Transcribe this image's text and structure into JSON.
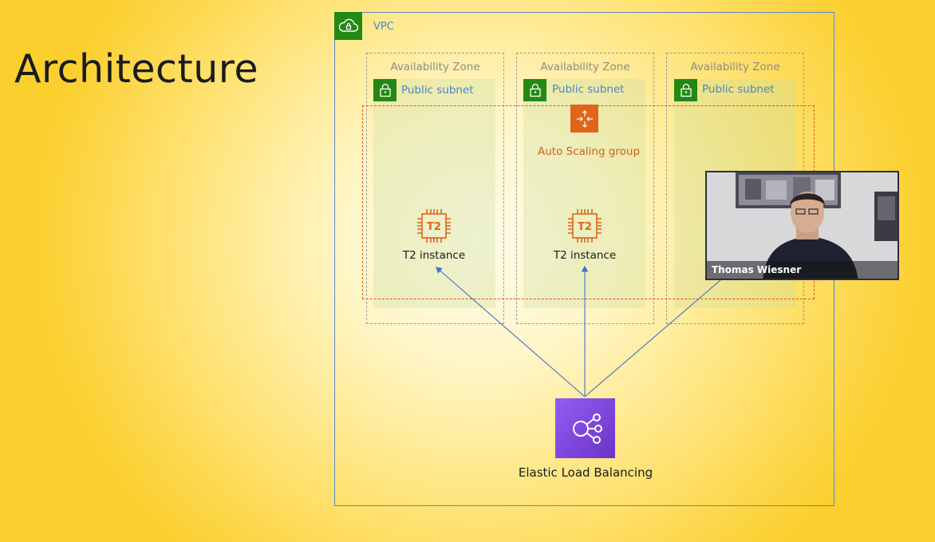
{
  "slide": {
    "title": "Architecture"
  },
  "vpc": {
    "label": "VPC",
    "icon": "cloud-lock-icon"
  },
  "zones": [
    {
      "label": "Availability Zone",
      "subnet_label": "Public subnet"
    },
    {
      "label": "Availability Zone",
      "subnet_label": "Public subnet"
    },
    {
      "label": "Availability Zone",
      "subnet_label": "Public subnet"
    }
  ],
  "auto_scaling": {
    "label": "Auto Scaling group",
    "icon": "auto-scaling-icon"
  },
  "instances": [
    {
      "chip_text": "T2",
      "label": "T2 instance"
    },
    {
      "chip_text": "T2",
      "label": "T2 instance"
    }
  ],
  "load_balancer": {
    "label": "Elastic Load Balancing",
    "icon": "load-balancer-icon"
  },
  "video": {
    "name": "Thomas Wiesner"
  },
  "colors": {
    "vpc_border": "#5b87c7",
    "green_badge": "#248814",
    "asg_orange": "#e0651a",
    "elb_purple": "#7b44dc",
    "arrow_blue": "#4472c4"
  }
}
